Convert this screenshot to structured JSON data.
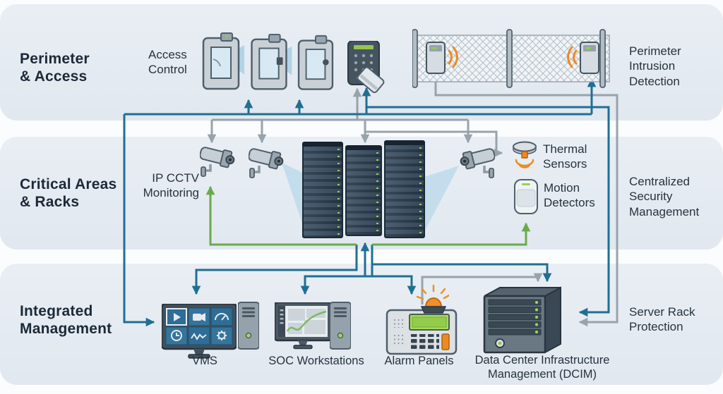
{
  "bands": [
    {
      "label": "Perimeter\n& Access"
    },
    {
      "label": "Critical Areas\n& Racks"
    },
    {
      "label": "Integrated\nManagement"
    }
  ],
  "labels": {
    "access_control": "Access\nControl",
    "perimeter_intrusion": "Perimeter\nIntrusion\nDetection",
    "ip_cctv": "IP CCTV\nMonitoring",
    "thermal": "Thermal\nSensors",
    "motion": "Motion\nDetectors",
    "centralized": "Centralized\nSecurity\nManagement",
    "server_rack_protection": "Server Rack\nProtection"
  },
  "equipment": {
    "vms": "VMS",
    "soc": "SOC Workstations",
    "alarm": "Alarm Panels",
    "dcim": "Data Center Infrastructure\nManagement (DCIM)"
  },
  "colors": {
    "teal_line": "#1f6f93",
    "gray_line": "#98a3ab",
    "green_line": "#6aaa4b",
    "orange_accent": "#ed8a24",
    "navy_text": "#1c2938",
    "band_background": "#e4eaf1"
  }
}
